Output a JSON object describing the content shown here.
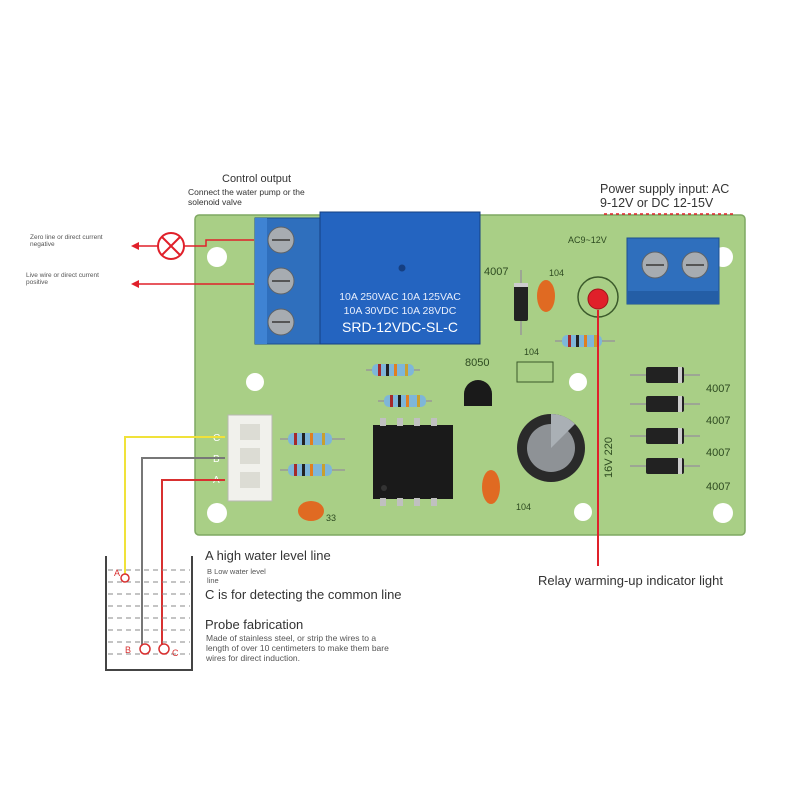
{
  "labels": {
    "control_output": "Control output",
    "connect_pump": "Connect the water pump or the solenoid valve",
    "zero_line": "Zero line or direct current negative",
    "live_wire": "Live wire or direct current positive",
    "power_supply": "Power supply input: AC 9-12V or DC 12-15V",
    "high_level": "A high water level line",
    "b_low": "B Low water level line",
    "c_common": "C is for detecting the common line",
    "probe_title": "Probe fabrication",
    "probe_desc": "Made of stainless steel, or strip the wires to a length of over 10 centimeters to make them bare wires for direct induction.",
    "relay_light": "Relay warming-up indicator light"
  },
  "board": {
    "relay_line1": "10A 250VAC  10A 125VAC",
    "relay_line2": "10A 30VDC  10A 28VDC",
    "relay_model": "SRD-12VDC-SL-C",
    "ac_label": "AC9~12V",
    "d1": "4007",
    "d2": "4007",
    "d3": "4007",
    "d4": "4007",
    "d5": "4007",
    "cap_104_a": "104",
    "cap_104_b": "104",
    "cap_104_c": "104",
    "transistor": "8050",
    "cap_33": "33",
    "electrolytic": "16V 220",
    "header_pins": [
      "C",
      "B",
      "A"
    ],
    "probe_markers": [
      "A",
      "B",
      "C"
    ]
  },
  "colors": {
    "pcb": "#a9cf86",
    "terminal": "#2f6fbd",
    "relay": "#2464c0",
    "pointer": "#e0202a",
    "wire_a": "#f0e23a",
    "wire_b": "#777777",
    "wire_c": "#d83030"
  }
}
